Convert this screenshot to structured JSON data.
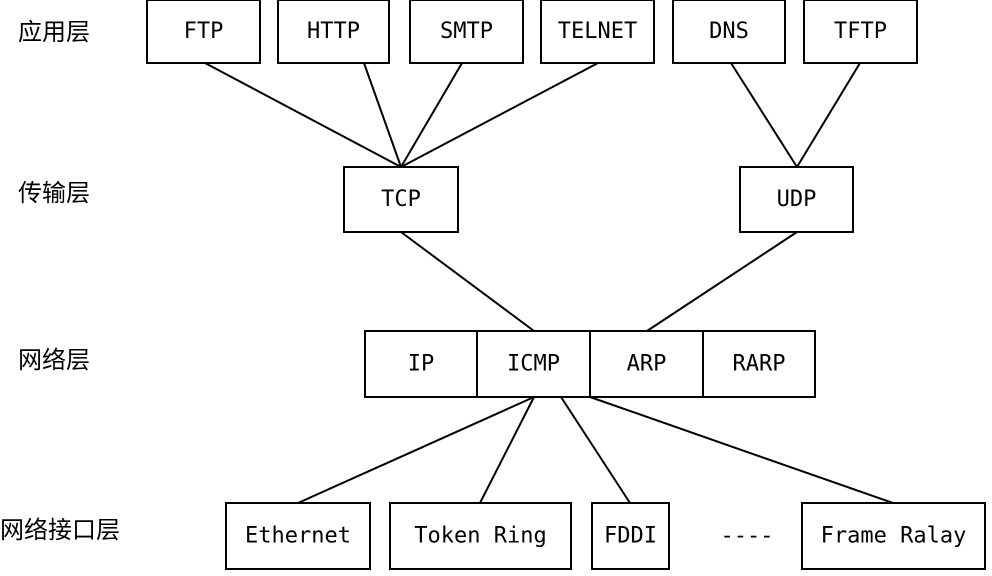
{
  "layers": [
    {
      "id": "application",
      "label": "应用层"
    },
    {
      "id": "transport",
      "label": "传输层"
    },
    {
      "id": "network",
      "label": "网络层"
    },
    {
      "id": "link",
      "label": "网络接口层"
    }
  ],
  "nodes": [
    {
      "id": "ftp",
      "label": "FTP",
      "layer": "application"
    },
    {
      "id": "http",
      "label": "HTTP",
      "layer": "application"
    },
    {
      "id": "smtp",
      "label": "SMTP",
      "layer": "application"
    },
    {
      "id": "telnet",
      "label": "TELNET",
      "layer": "application"
    },
    {
      "id": "dns",
      "label": "DNS",
      "layer": "application"
    },
    {
      "id": "tftp",
      "label": "TFTP",
      "layer": "application"
    },
    {
      "id": "tcp",
      "label": "TCP",
      "layer": "transport"
    },
    {
      "id": "udp",
      "label": "UDP",
      "layer": "transport"
    },
    {
      "id": "ip",
      "label": "IP",
      "layer": "network"
    },
    {
      "id": "icmp",
      "label": "ICMP",
      "layer": "network"
    },
    {
      "id": "arp",
      "label": "ARP",
      "layer": "network"
    },
    {
      "id": "rarp",
      "label": "RARP",
      "layer": "network"
    },
    {
      "id": "ethernet",
      "label": "Ethernet",
      "layer": "link"
    },
    {
      "id": "token-ring",
      "label": "Token Ring",
      "layer": "link"
    },
    {
      "id": "fddi",
      "label": "FDDI",
      "layer": "link"
    },
    {
      "id": "frame-relay",
      "label": "Frame Ralay",
      "layer": "link"
    }
  ],
  "edges": [
    {
      "from": "ftp",
      "to": "tcp"
    },
    {
      "from": "http",
      "to": "tcp"
    },
    {
      "from": "smtp",
      "to": "tcp"
    },
    {
      "from": "telnet",
      "to": "tcp"
    },
    {
      "from": "dns",
      "to": "udp"
    },
    {
      "from": "tftp",
      "to": "udp"
    },
    {
      "from": "tcp",
      "to": "network-bar"
    },
    {
      "from": "udp",
      "to": "network-bar"
    },
    {
      "from": "network-bar",
      "to": "ethernet"
    },
    {
      "from": "network-bar",
      "to": "token-ring"
    },
    {
      "from": "network-bar",
      "to": "fddi"
    },
    {
      "from": "network-bar",
      "to": "frame-relay"
    }
  ],
  "ellipsis": "----"
}
